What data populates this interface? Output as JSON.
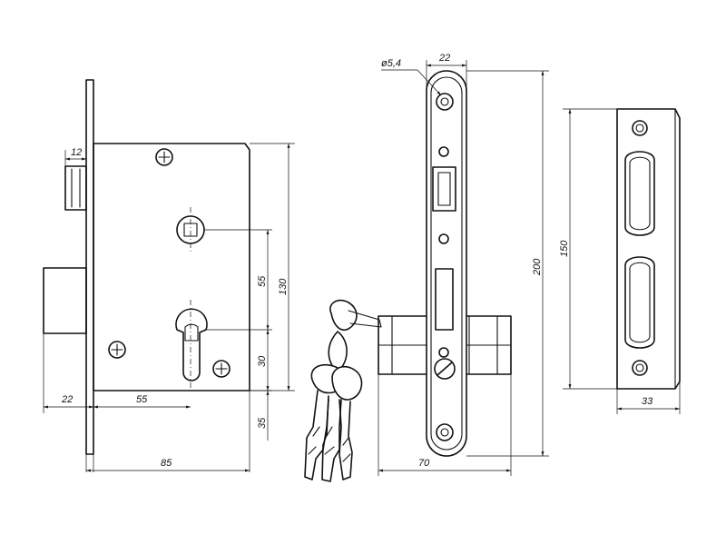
{
  "dimensions": {
    "backset_top": "12",
    "bolt_projection": "22",
    "backset": "55",
    "body_width": "85",
    "spindle_to_cylinder": "55",
    "body_height": "130",
    "cylinder_offset": "30",
    "bottom_offset": "35",
    "plate_diameter": "ø5,4",
    "plate_width": "22",
    "plate_height": "200",
    "cylinder_length": "70",
    "strike_height": "150",
    "strike_width": "33"
  },
  "views": [
    "lock-body-side-view",
    "faceplate-front-view",
    "strike-plate-view"
  ],
  "line_color": "#111111"
}
